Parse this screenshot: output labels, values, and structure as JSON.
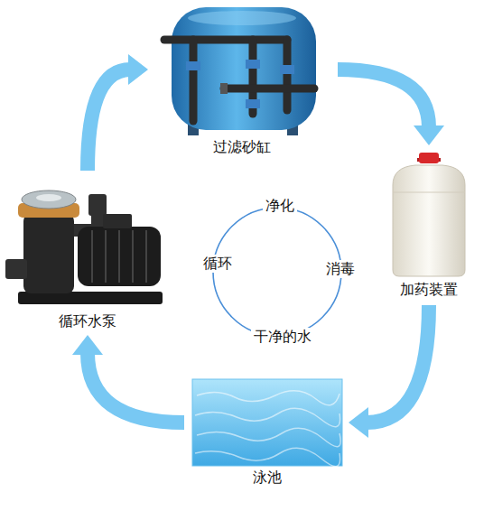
{
  "diagram": {
    "nodes": [
      {
        "text": [
          "过滤砂缸"
        ]
      },
      {
        "text": [
          "加药装置"
        ]
      },
      {
        "text": [
          "泳池"
        ]
      },
      {
        "text": [
          "循环水泵"
        ]
      }
    ],
    "edges": [
      {
        "from": 0,
        "to": 1,
        "arrow": "to"
      },
      {
        "from": 1,
        "to": 2,
        "arrow": "to"
      },
      {
        "from": 2,
        "to": 3,
        "arrow": "to"
      },
      {
        "from": 3,
        "to": 0,
        "arrow": "to"
      }
    ],
    "labels": [
      "净化",
      "消毒",
      "干净的水",
      "循环"
    ]
  }
}
